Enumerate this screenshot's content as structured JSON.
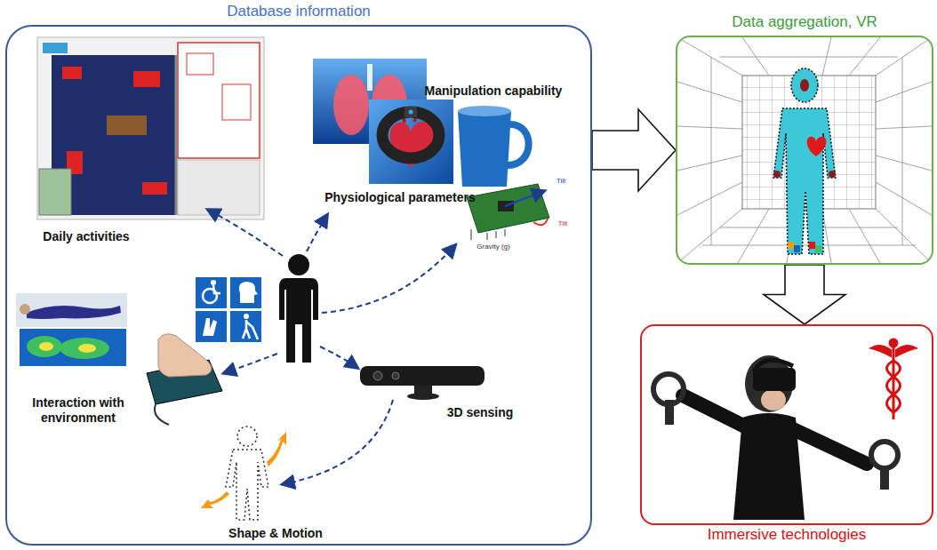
{
  "diagram": {
    "nodes": [
      {
        "text": [
          "Database information"
        ]
      },
      {
        "text": [
          "Data aggregation, VR"
        ]
      },
      {
        "text": [
          "Immersive technologies"
        ]
      }
    ],
    "edges": [
      {
        "from": 0,
        "to": 1,
        "arrow": "to"
      },
      {
        "from": 1,
        "to": 2,
        "arrow": "to"
      }
    ],
    "labels": [
      "Daily activities",
      "Physiological parameters",
      "Manipulation capability",
      "Tilt",
      "Tilt",
      "Gravity (g)",
      "3D sensing",
      "Shape & Motion",
      "Interaction with environment"
    ]
  }
}
